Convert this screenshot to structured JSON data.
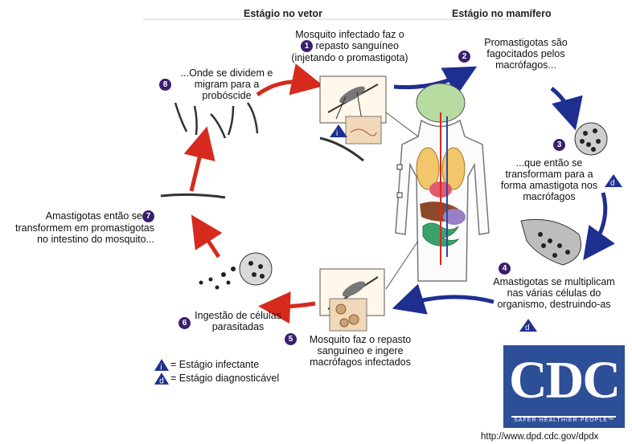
{
  "headers": {
    "vector": "Estágio no vetor",
    "mammal": "Estágio no mamífero"
  },
  "steps": [
    {
      "n": "1",
      "lines": [
        "Mosquito infectado faz o",
        "repasto sanguíneo",
        "(injetando o promastigota)"
      ]
    },
    {
      "n": "2",
      "lines": [
        "Promastigotas são",
        "fagocitados pelos",
        "macrófagos..."
      ]
    },
    {
      "n": "3",
      "lines": [
        "...que então se",
        "transformam para a",
        "forma amastigota nos",
        "macrófagos"
      ]
    },
    {
      "n": "4",
      "lines": [
        "Amastigotas se multiplicam",
        "nas várias células do",
        "organismo, destruindo-as"
      ]
    },
    {
      "n": "5",
      "lines": [
        "Mosquito faz o repasto",
        "sanguíneo e ingere",
        "macrófagos infectados"
      ]
    },
    {
      "n": "6",
      "lines": [
        "Ingestão de células",
        "parasitadas"
      ]
    },
    {
      "n": "7",
      "lines": [
        "Amastigotas então se",
        "transformem em promastigotas",
        "no intestino do mosquito..."
      ]
    },
    {
      "n": "8",
      "lines": [
        "...Onde se dividem e",
        "migram para a",
        "probóscide"
      ]
    }
  ],
  "markers": {
    "infective": "i",
    "diagnostic": "d"
  },
  "legend": {
    "infective": "= Estágio infectante",
    "diagnostic": "= Estágio diagnosticável"
  },
  "logo": {
    "name": "CDC",
    "tagline": "SAFER·HEALTHIER·PEOPLE™",
    "url": "http://www.dpd.cdc.gov/dpdx"
  },
  "colors": {
    "vector_arrows": "#d62a1e",
    "mammal_arrows": "#1f2f8f",
    "step_badge": "#3a1f6e",
    "cdc_blue": "#2d4f97"
  }
}
